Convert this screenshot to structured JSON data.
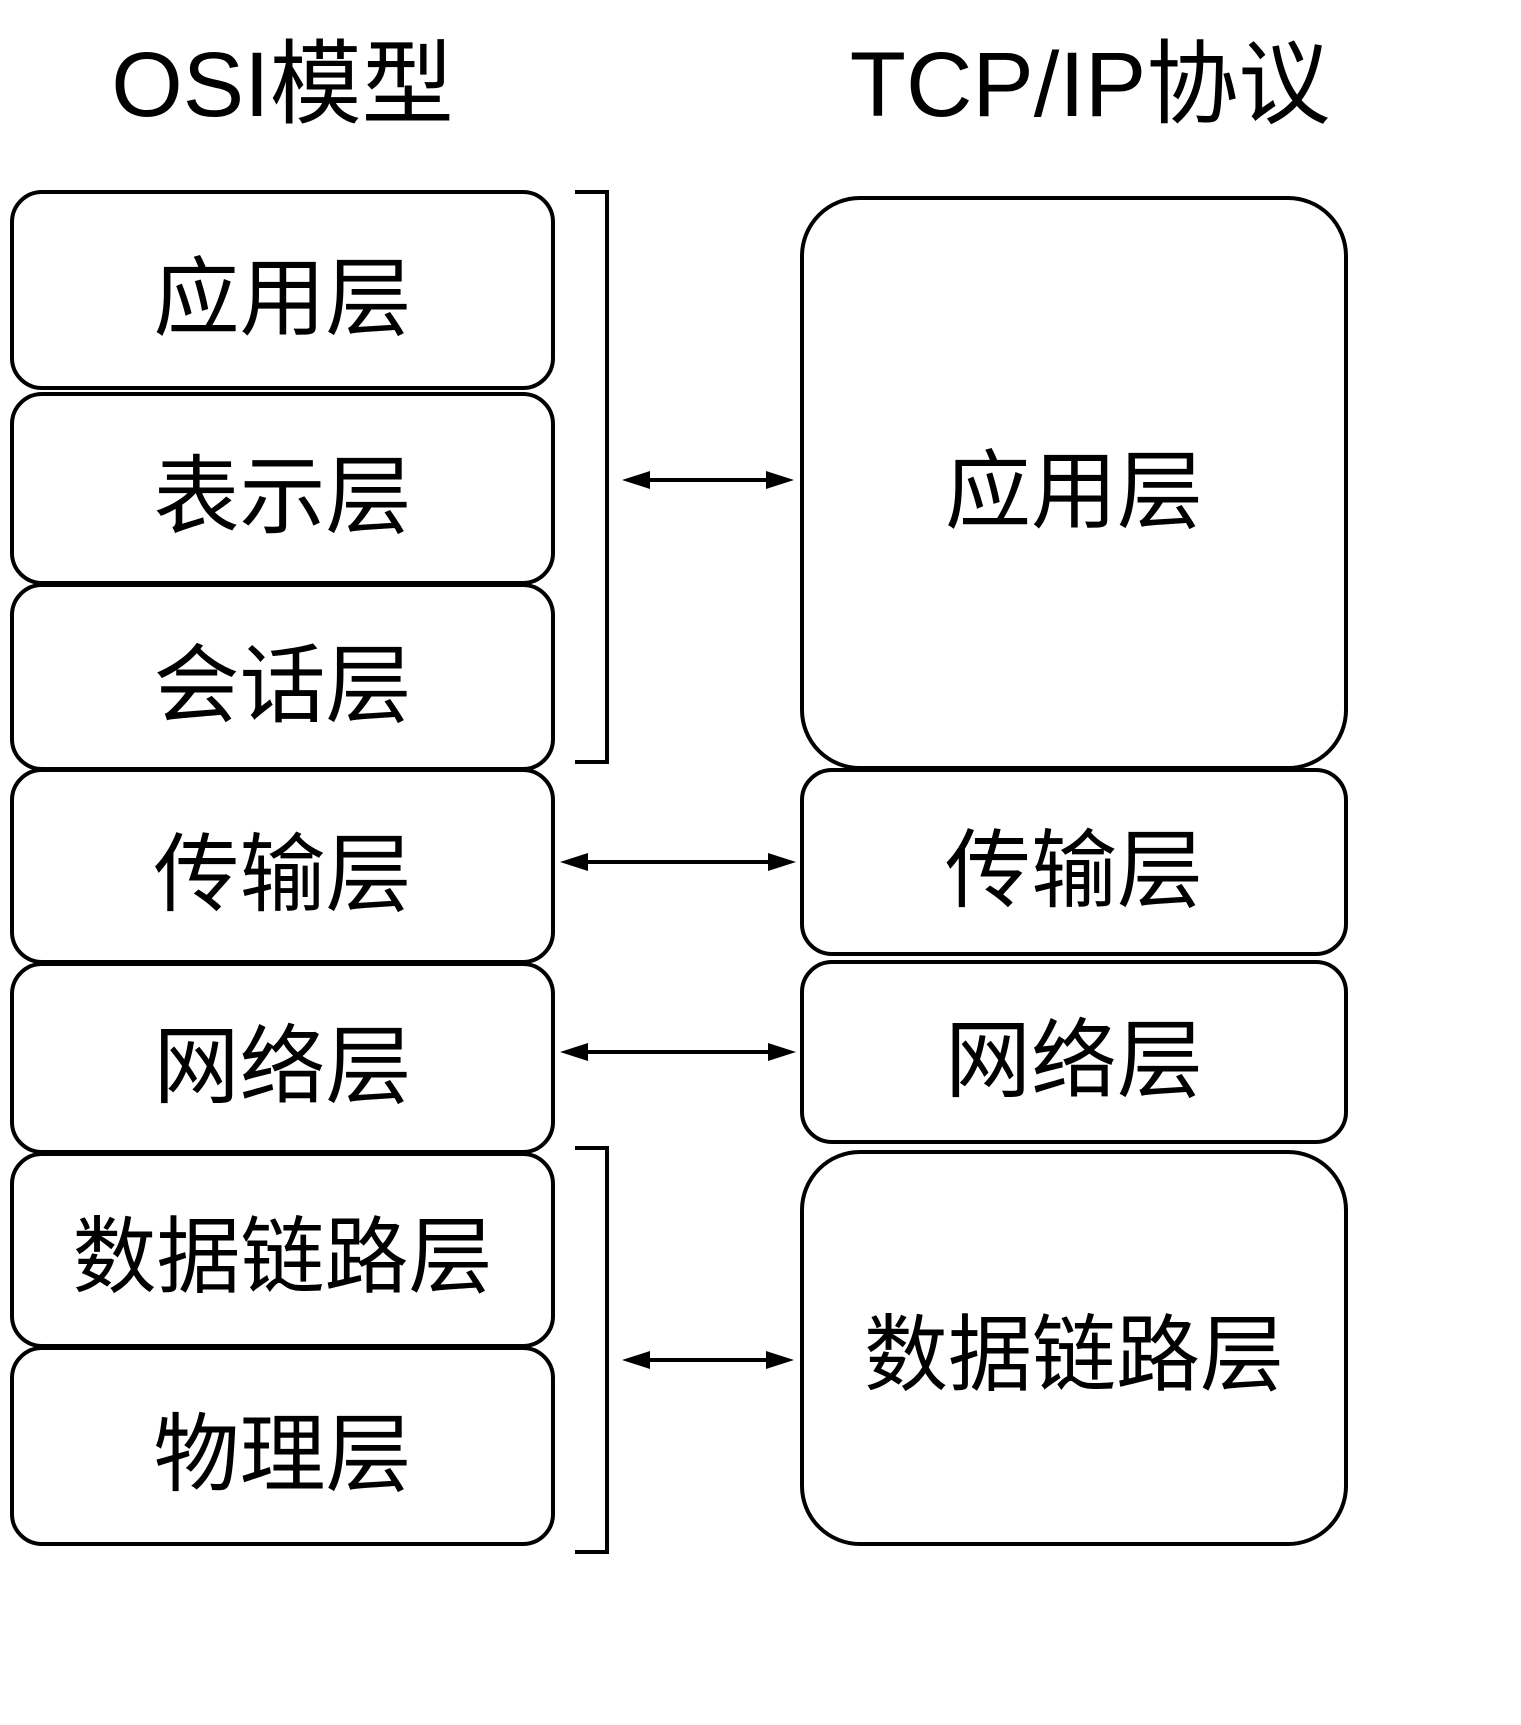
{
  "titles": {
    "left": "OSI模型",
    "right": "TCP/IP协议"
  },
  "osi_layers": [
    "应用层",
    "表示层",
    "会话层",
    "传输层",
    "网络层",
    "数据链路层",
    "物理层"
  ],
  "tcpip_layers": [
    "应用层",
    "传输层",
    "网络层",
    "数据链路层"
  ],
  "mappings": [
    {
      "from": "应用层/表示层/会话层",
      "to": "应用层"
    },
    {
      "from": "传输层",
      "to": "传输层"
    },
    {
      "from": "网络层",
      "to": "网络层"
    },
    {
      "from": "数据链路层/物理层",
      "to": "数据链路层"
    }
  ],
  "colors": {
    "stroke": "#000000",
    "fill": "#ffffff",
    "text": "#000000"
  }
}
